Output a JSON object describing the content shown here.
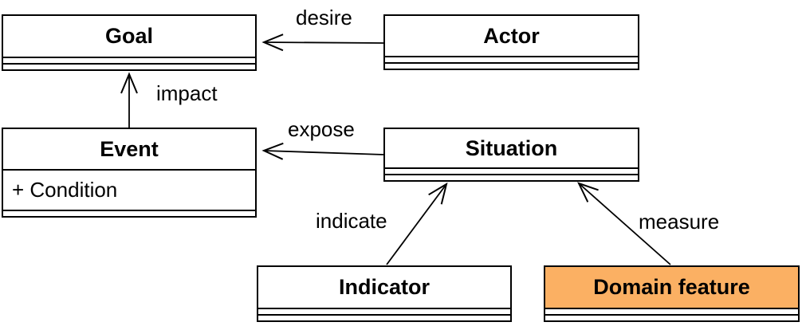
{
  "diagram": {
    "background_color": "#ffffff",
    "line_color": "#000000",
    "highlight_fill": "#fbb063",
    "classes": [
      {
        "name": "Goal",
        "attributes": []
      },
      {
        "name": "Actor",
        "attributes": []
      },
      {
        "name": "Event",
        "attributes": [
          "+ Condition"
        ]
      },
      {
        "name": "Situation",
        "attributes": []
      },
      {
        "name": "Indicator",
        "attributes": []
      },
      {
        "name": "Domain feature",
        "attributes": [],
        "highlighted": true
      }
    ],
    "relations": [
      {
        "label": "desire",
        "from": "Actor",
        "to": "Goal"
      },
      {
        "label": "impact",
        "from": "Event",
        "to": "Goal"
      },
      {
        "label": "expose",
        "from": "Situation",
        "to": "Event"
      },
      {
        "label": "indicate",
        "from": "Indicator",
        "to": "Situation"
      },
      {
        "label": "measure",
        "from": "Domain feature",
        "to": "Situation"
      }
    ]
  }
}
